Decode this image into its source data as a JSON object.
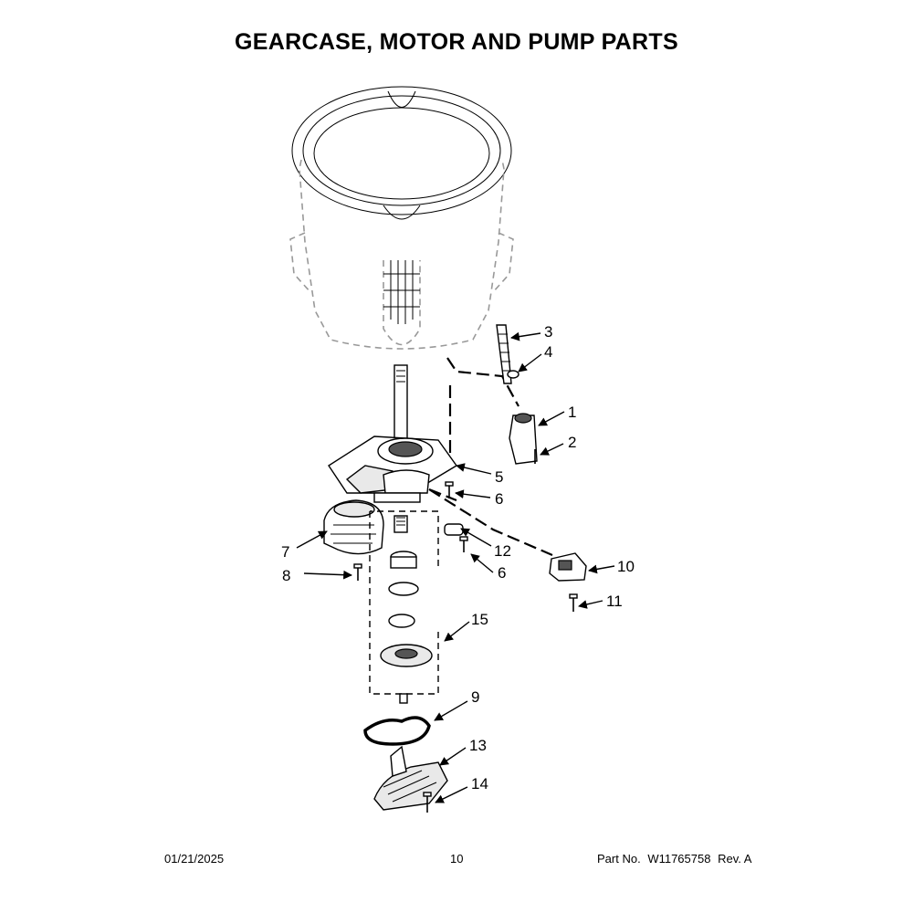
{
  "title": "GEARCASE, MOTOR AND PUMP PARTS",
  "footer": {
    "date": "01/21/2025",
    "page": "10",
    "part_label": "Part No.",
    "part_number": "W11765758",
    "rev": "Rev. A"
  },
  "callouts": [
    "1",
    "2",
    "3",
    "4",
    "5",
    "6",
    "6",
    "7",
    "8",
    "9",
    "10",
    "11",
    "12",
    "13",
    "14",
    "15"
  ]
}
